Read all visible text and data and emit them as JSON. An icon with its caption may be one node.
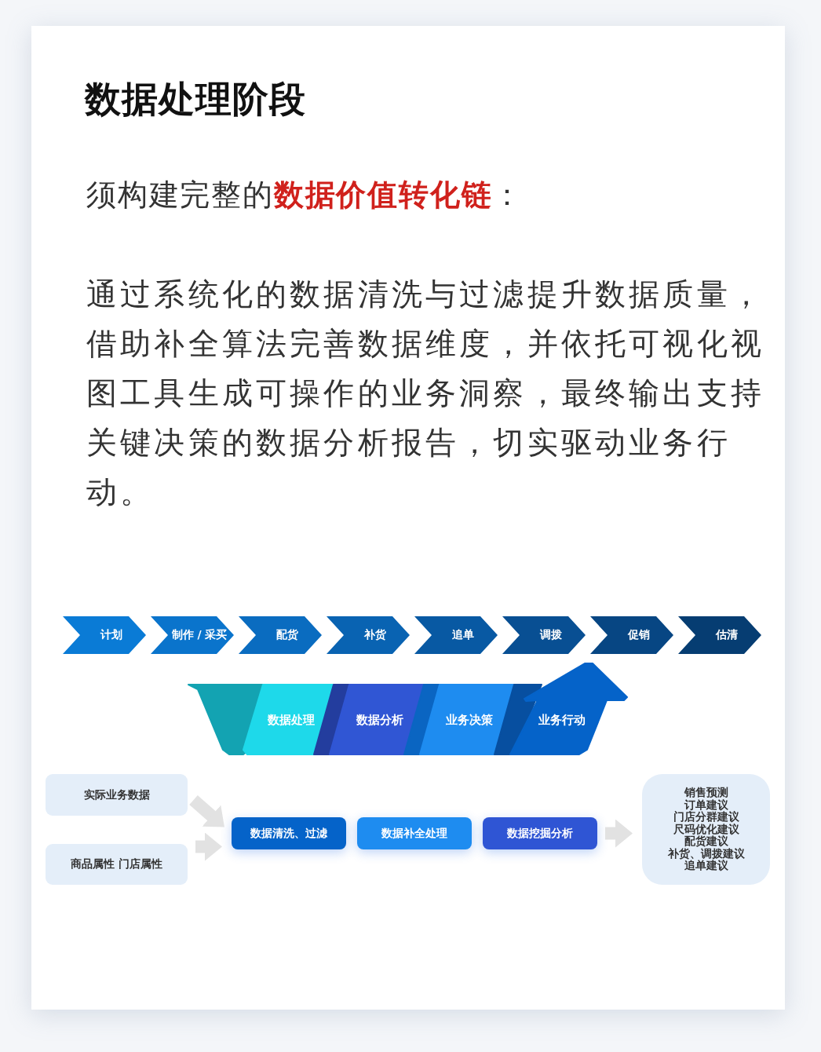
{
  "diagram": {
    "title": "数据处理阶段",
    "nodes": [
      {
        "text": [
          "计划"
        ]
      },
      {
        "text": [
          "制作 / 采买"
        ]
      },
      {
        "text": [
          "配货"
        ]
      },
      {
        "text": [
          "补货"
        ]
      },
      {
        "text": [
          "追单"
        ]
      },
      {
        "text": [
          "调拨"
        ]
      },
      {
        "text": [
          "促销"
        ]
      },
      {
        "text": [
          "估清"
        ]
      },
      {
        "text": [
          "数据处理"
        ]
      },
      {
        "text": [
          "数据分析"
        ]
      },
      {
        "text": [
          "业务决策"
        ]
      },
      {
        "text": [
          "业务行动"
        ]
      },
      {
        "text": [
          "实际业务数据"
        ]
      },
      {
        "text": [
          "商品属性 门店属性"
        ]
      },
      {
        "text": [
          "数据清洗、过滤"
        ]
      },
      {
        "text": [
          "数据补全处理"
        ]
      },
      {
        "text": [
          "数据挖掘分析"
        ]
      },
      {
        "text": [
          "销售预测",
          "订单建议",
          "门店分群建议",
          "尺码优化建议",
          "配货建议",
          "补货、调拨建议",
          "追单建议"
        ]
      }
    ],
    "edges": [
      {
        "from": 12,
        "to": 14,
        "arrow": "to"
      },
      {
        "from": 13,
        "to": 14,
        "arrow": "to"
      },
      {
        "from": 16,
        "to": 17,
        "arrow": "to"
      }
    ],
    "labels": [
      "须构建完整的**数据价值转化链**：",
      "通过系统化的数据清洗与过滤提升数据质量，借助补全算法完善数据维度，并依托可视化视图工具生成可操作的业务洞察，最终输出支持关键决策的数据分析报告，切实驱动业务行动。"
    ]
  }
}
